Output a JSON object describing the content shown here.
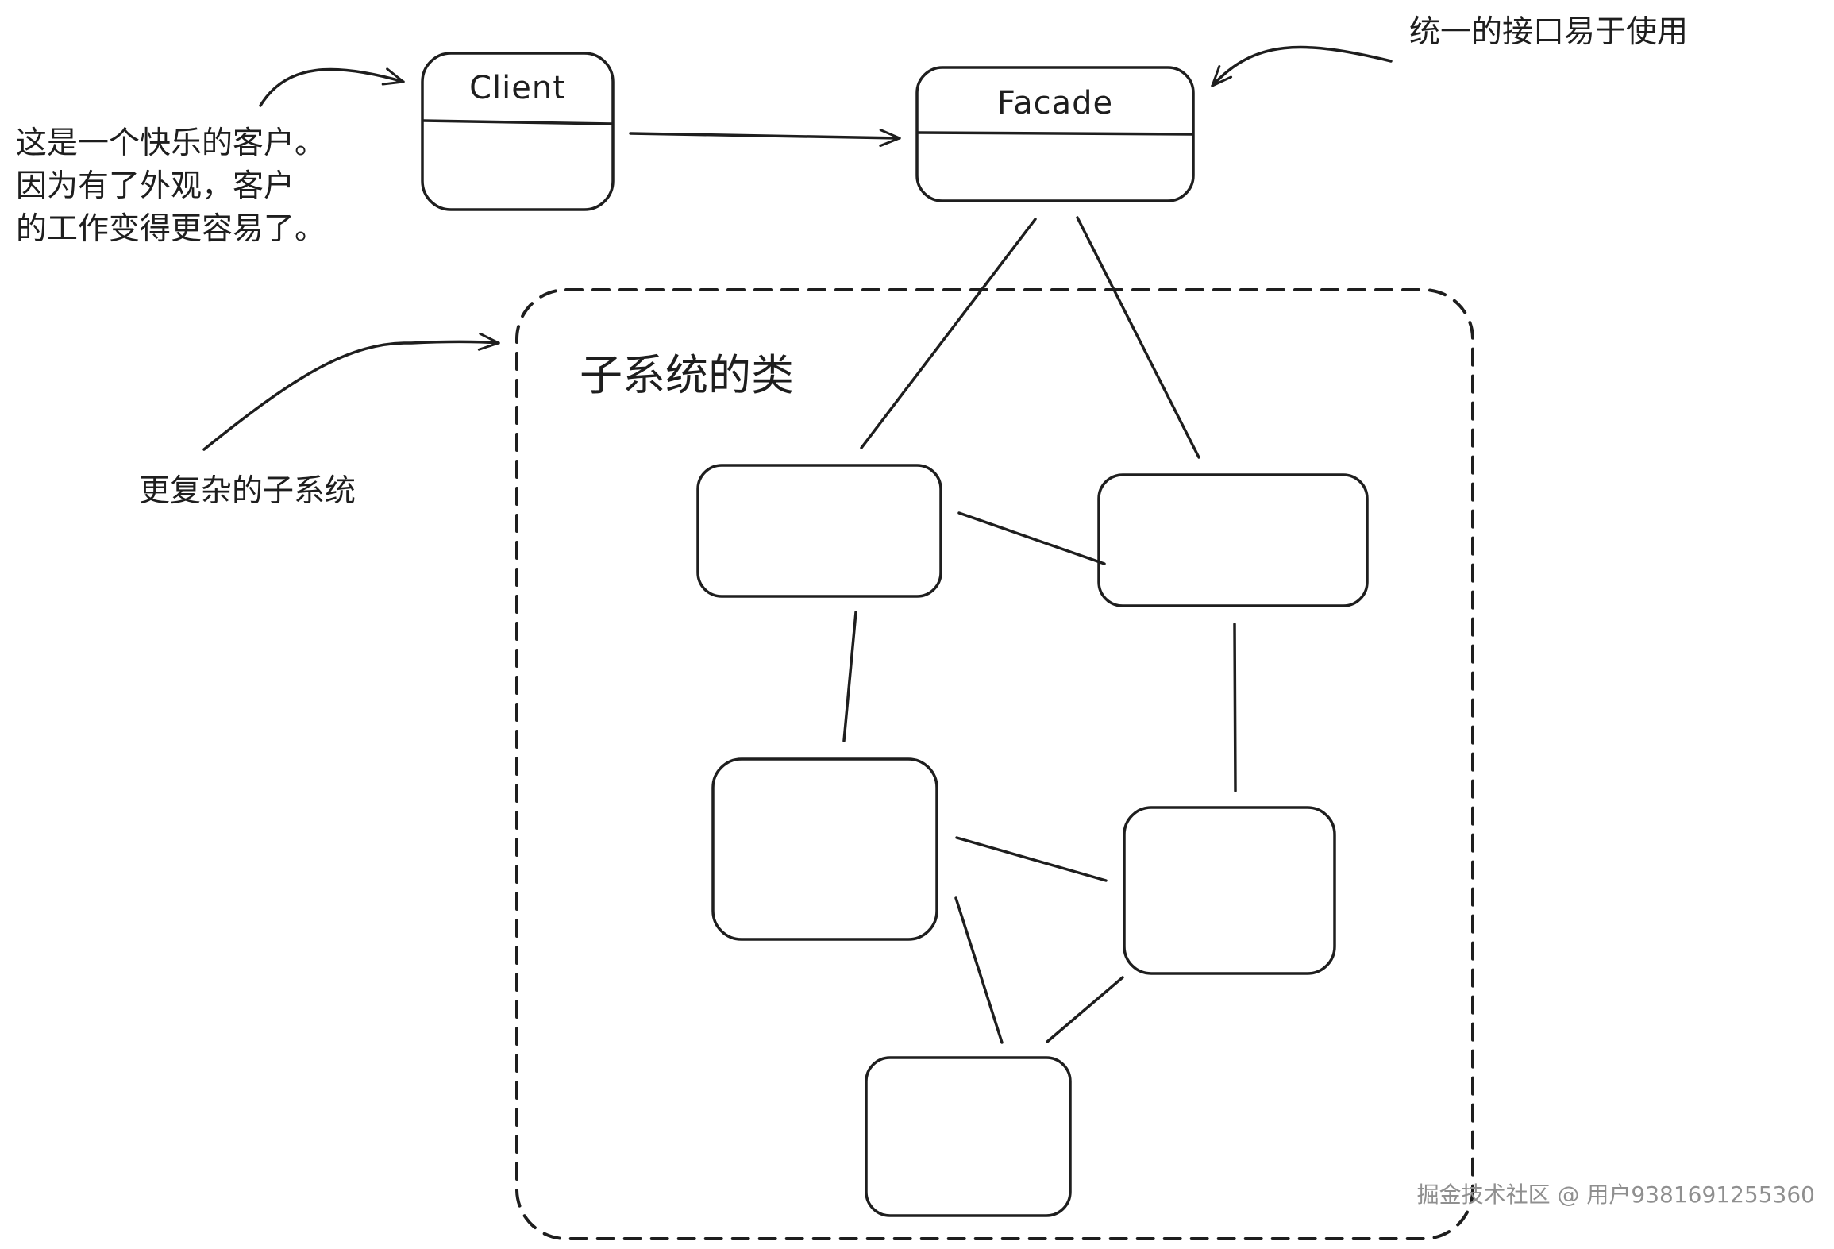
{
  "client": {
    "title": "Client"
  },
  "facade": {
    "title": "Facade"
  },
  "subsystem": {
    "title": "子系统的类"
  },
  "annotations": {
    "client_note": [
      "这是一个快乐的客户。",
      "因为有了外观，客户",
      "的工作变得更容易了。"
    ],
    "facade_note": "统一的接口易于使用",
    "subsystem_note": "更复杂的子系统"
  },
  "watermark": "掘金技术社区 @ 用户9381691255360",
  "colors": {
    "stroke": "#1e1e1e",
    "background": "#ffffff",
    "watermark": "#8f8f8f"
  }
}
